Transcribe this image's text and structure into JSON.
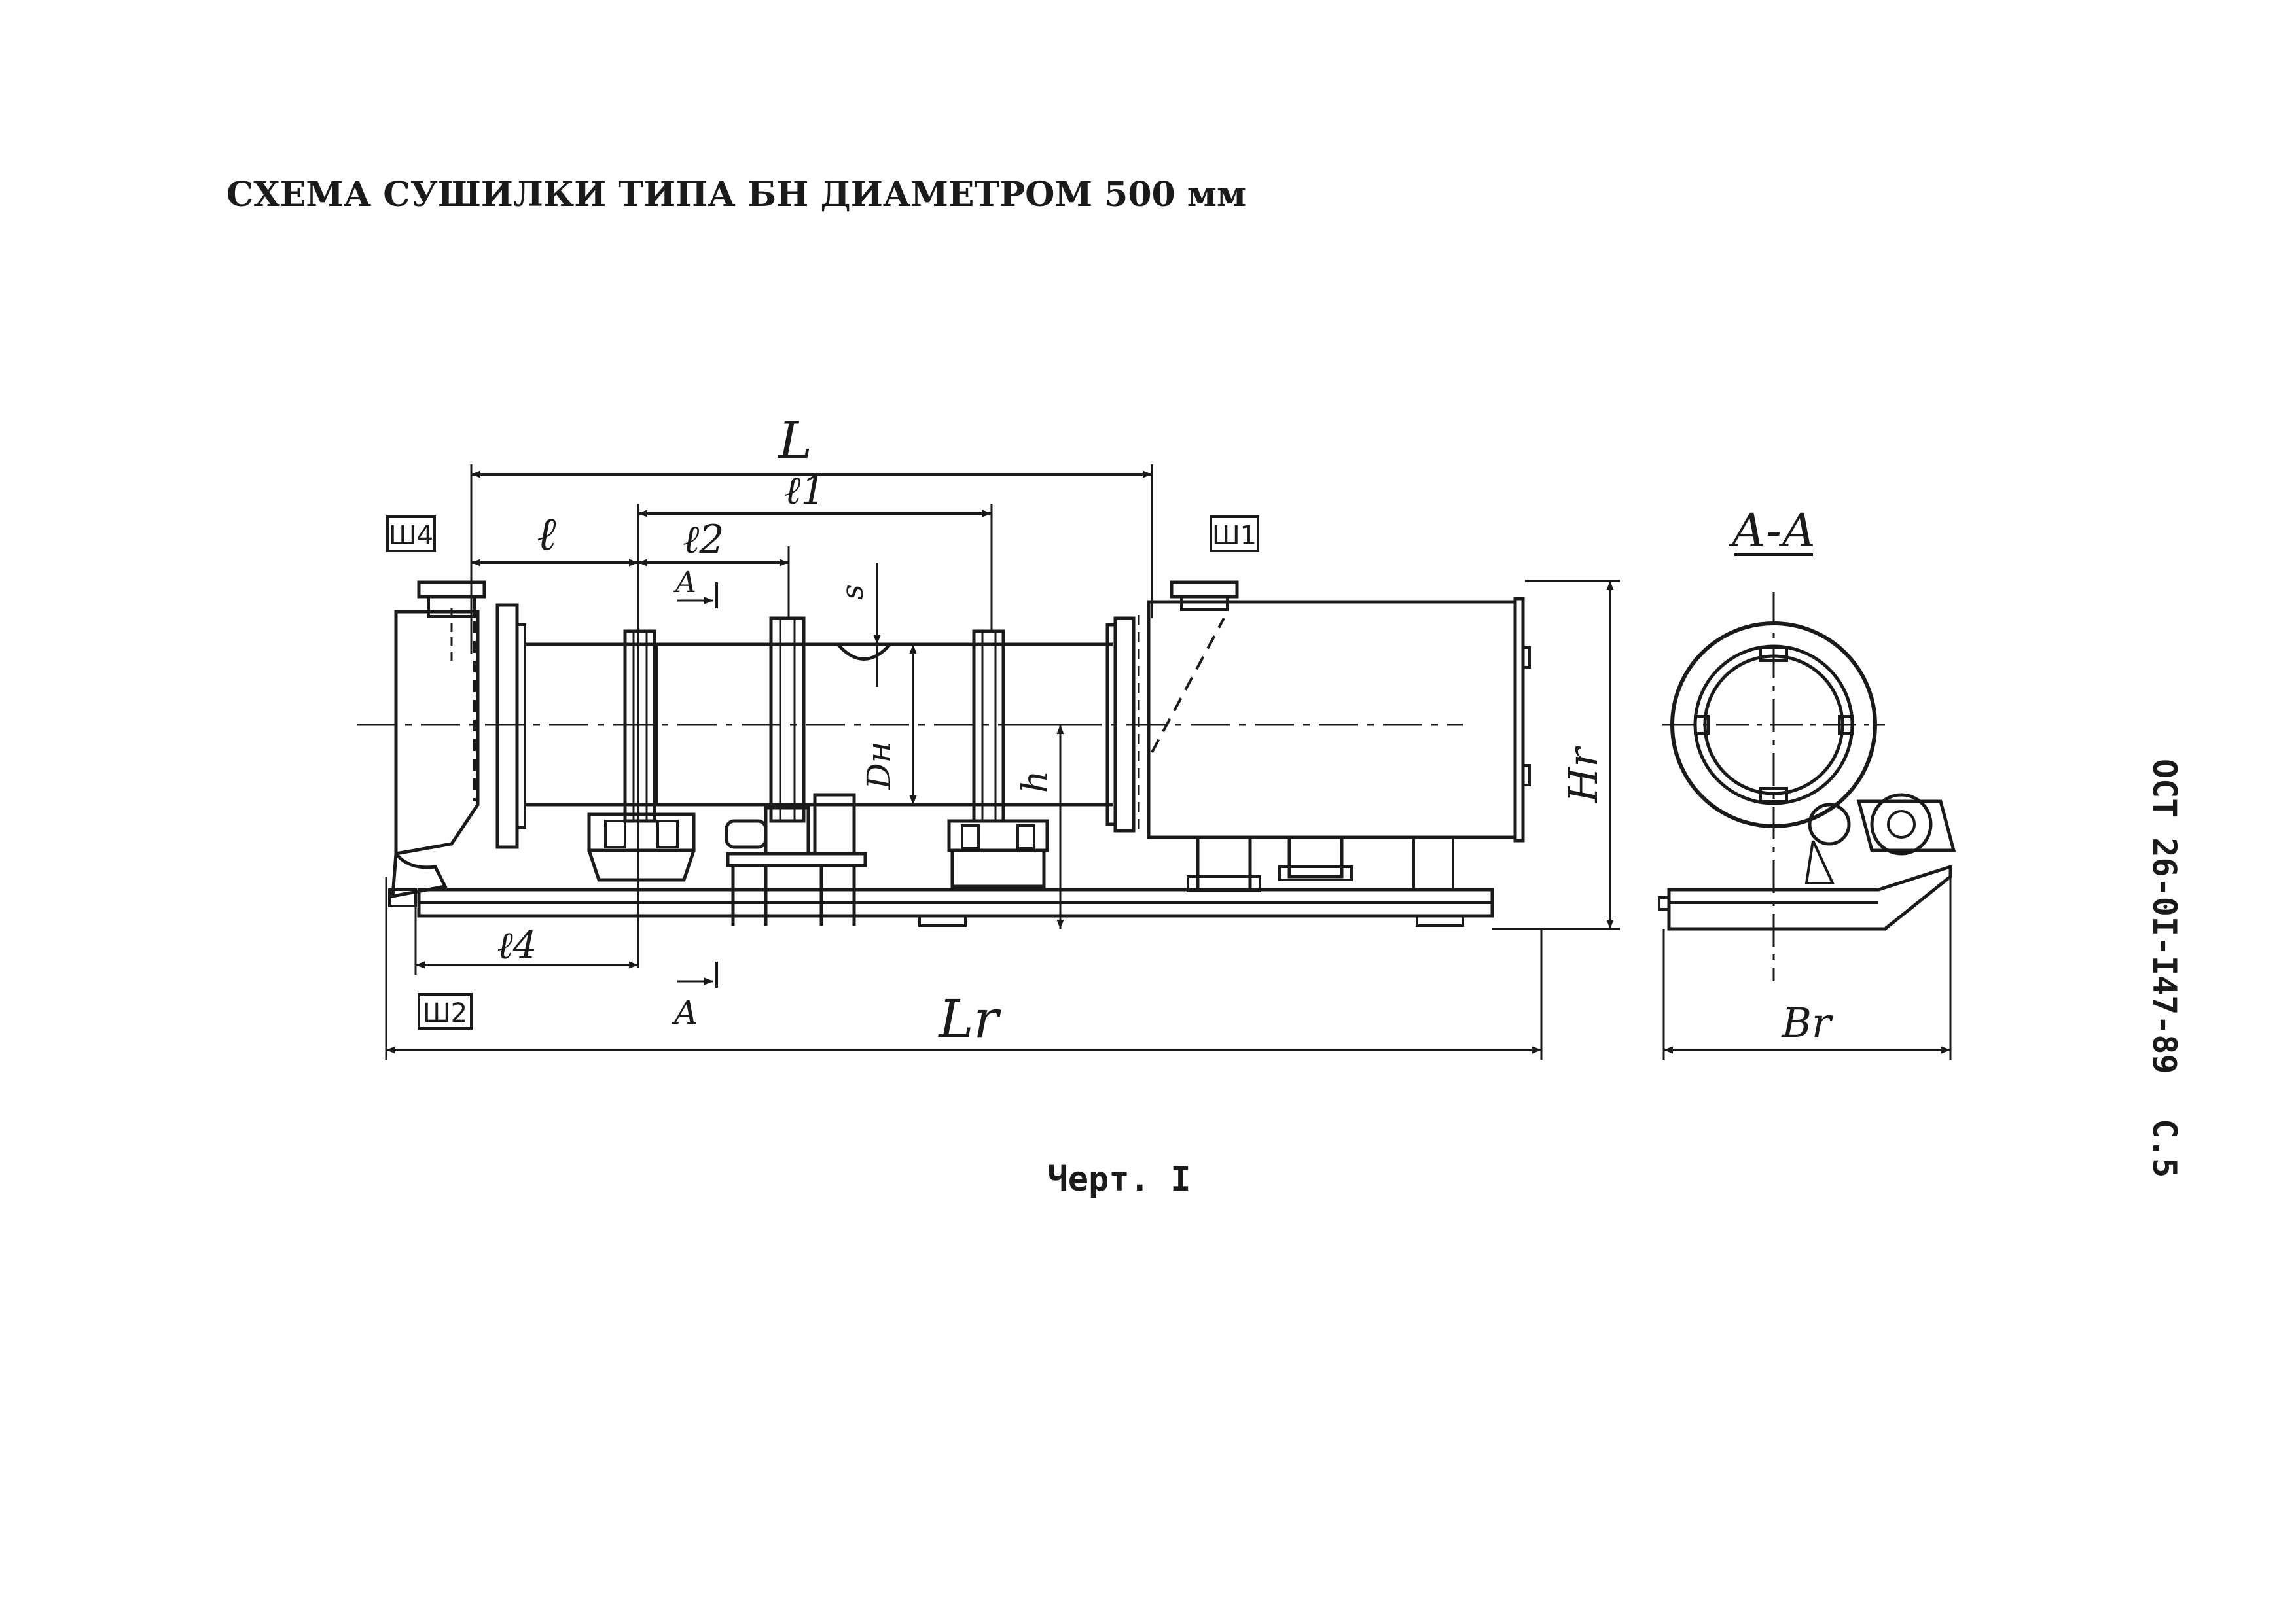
{
  "title": "СХЕМА СУШИЛКИ ТИПА БН ДИАМЕТРОМ 500 мм",
  "caption": "Черт. I",
  "standard": "ОСТ 26-0I-I47-89",
  "page": "С.5",
  "section_label": "А-А",
  "nozzles": {
    "sh1": "Ш1",
    "sh2": "Ш2",
    "sh4": "Ш4"
  },
  "dimensions": {
    "L": "L",
    "l": "ℓ",
    "l1": "ℓ1",
    "l2": "ℓ2",
    "l4": "ℓ4",
    "Lr": "Lr",
    "Hr": "Hr",
    "Br": "Br",
    "Dn": "Dн",
    "h": "h",
    "s": "s"
  },
  "cut_marks": {
    "top": "А",
    "bottom": "А"
  }
}
